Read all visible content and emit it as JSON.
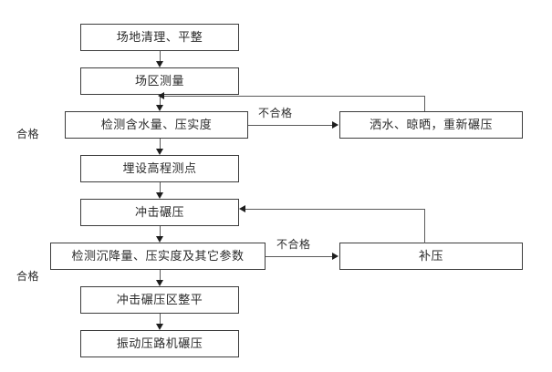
{
  "diagram": {
    "title": "",
    "type": "flowchart",
    "colors": {
      "box_border": "#3c3c3c",
      "connector": "#5a5a5a",
      "arrow": "#1e1e1e",
      "text": "#2b2b2b",
      "background": "#ffffff"
    },
    "nodes": [
      {
        "id": "n1",
        "label": "场地清理、平整"
      },
      {
        "id": "n2",
        "label": "场区测量"
      },
      {
        "id": "n3",
        "label": "检测含水量、压实度"
      },
      {
        "id": "n4",
        "label": "洒水、晾晒，重新碾压"
      },
      {
        "id": "n5",
        "label": "埋设高程测点"
      },
      {
        "id": "n6",
        "label": "冲击碾压"
      },
      {
        "id": "n7",
        "label": "检测沉降量、压实度及其它参数"
      },
      {
        "id": "n8",
        "label": "补压"
      },
      {
        "id": "n9",
        "label": "冲击碾压区整平"
      },
      {
        "id": "n10",
        "label": "振动压路机碾压"
      }
    ],
    "edge_labels": [
      {
        "id": "e1",
        "label": "不合格"
      },
      {
        "id": "e2",
        "label": "合格"
      },
      {
        "id": "e3",
        "label": "不合格"
      },
      {
        "id": "e4",
        "label": "合格"
      }
    ]
  }
}
